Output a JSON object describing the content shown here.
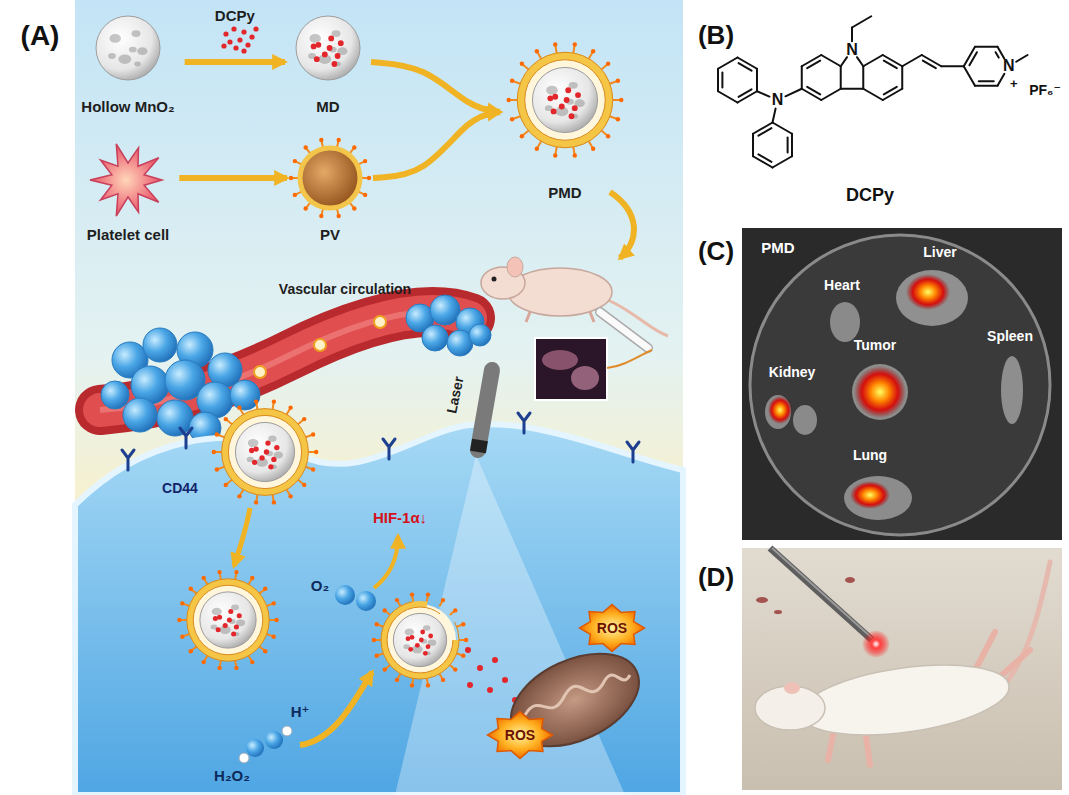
{
  "diagram": {
    "nodes": [
      {
        "text": [
          "Hollow MnO₂"
        ]
      },
      {
        "text": [
          "MD"
        ]
      },
      {
        "text": [
          "Platelet cell"
        ]
      },
      {
        "text": [
          "PV"
        ]
      },
      {
        "text": [
          "PMD"
        ]
      }
    ],
    "edges": [
      {
        "from": 0,
        "to": 1,
        "label": "DCPy",
        "arrow": "to"
      },
      {
        "from": 2,
        "to": 3,
        "arrow": "to"
      },
      {
        "from": 1,
        "to": 4,
        "arrow": "to"
      },
      {
        "from": 3,
        "to": 4,
        "arrow": "to"
      }
    ],
    "labels": [
      "(A)",
      "(B)",
      "(C)",
      "(D)",
      "Vascular circulation",
      "CD44",
      "Laser",
      "HIF-1α↓",
      "O₂",
      "H⁺",
      "H₂O₂",
      "ROS",
      "ROS",
      "N",
      "N",
      "N",
      "+",
      "PF₆⁻",
      "DCPy",
      "PMD",
      "Heart",
      "Liver",
      "Tumor",
      "Spleen",
      "Kidney",
      "Lung"
    ]
  }
}
